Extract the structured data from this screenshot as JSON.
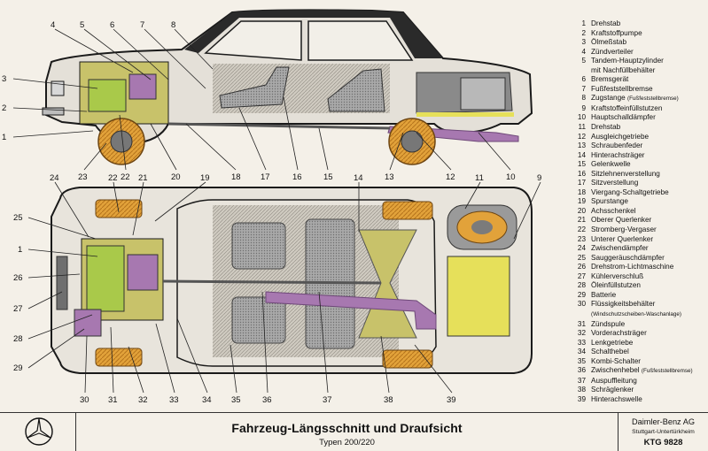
{
  "callouts_side": [
    "1",
    "2",
    "3",
    "4",
    "5",
    "6",
    "7",
    "8",
    "23",
    "22",
    "20",
    "18",
    "17",
    "16",
    "15",
    "13",
    "12",
    "10"
  ],
  "callouts_top": [
    "24",
    "22",
    "21",
    "19",
    "14",
    "11",
    "9",
    "25",
    "1",
    "26",
    "27",
    "28",
    "29",
    "30",
    "31",
    "32",
    "33",
    "34",
    "35",
    "36",
    "37",
    "38",
    "39"
  ],
  "legend": [
    {
      "num": "1",
      "text": "Drehstab"
    },
    {
      "num": "2",
      "text": "Kraftstoffpumpe"
    },
    {
      "num": "3",
      "text": "Ölmeßstab"
    },
    {
      "num": "4",
      "text": "Zündverteiler"
    },
    {
      "num": "5",
      "text": "Tandem-Hauptzylinder",
      "sub": "mit Nachfüllbehälter"
    },
    {
      "num": "6",
      "text": "Bremsgerät"
    },
    {
      "num": "7",
      "text": "Fußfeststellbremse"
    },
    {
      "num": "8",
      "text": "Zugstange",
      "note": "(Fußfeststellbremse)"
    },
    {
      "num": "9",
      "text": "Kraftstoffeinfüllstutzen"
    },
    {
      "num": "10",
      "text": "Hauptschalldämpfer"
    },
    {
      "num": "11",
      "text": "Drehstab"
    },
    {
      "num": "12",
      "text": "Ausgleichgetriebe"
    },
    {
      "num": "13",
      "text": "Schraubenfeder"
    },
    {
      "num": "14",
      "text": "Hinterachsträger"
    },
    {
      "num": "15",
      "text": "Gelenkwelle"
    },
    {
      "num": "16",
      "text": "Sitzlehnenverstellung"
    },
    {
      "num": "17",
      "text": "Sitzverstellung"
    },
    {
      "num": "18",
      "text": "Viergang-Schaltgetriebe"
    },
    {
      "num": "19",
      "text": "Spurstange"
    },
    {
      "num": "20",
      "text": "Achsschenkel"
    },
    {
      "num": "21",
      "text": "Oberer Querlenker"
    },
    {
      "num": "22",
      "text": "Stromberg-Vergaser"
    },
    {
      "num": "23",
      "text": "Unterer Querlenker"
    },
    {
      "num": "24",
      "text": "Zwischendämpfer"
    },
    {
      "num": "25",
      "text": "Sauggeräuschdämpfer"
    },
    {
      "num": "26",
      "text": "Drehstrom-Lichtmaschine"
    },
    {
      "num": "27",
      "text": "Kühlerverschluß"
    },
    {
      "num": "28",
      "text": "Öleinfüllstutzen"
    },
    {
      "num": "29",
      "text": "Batterie"
    },
    {
      "num": "30",
      "text": "Flüssigkeitsbehälter",
      "sub_note": "(Windschutzscheiben-Waschanlage)"
    },
    {
      "num": "31",
      "text": "Zündspule"
    },
    {
      "num": "32",
      "text": "Vorderachsträger"
    },
    {
      "num": "33",
      "text": "Lenkgetriebe"
    },
    {
      "num": "34",
      "text": "Schalthebel"
    },
    {
      "num": "35",
      "text": "Kombi-Schalter"
    },
    {
      "num": "36",
      "text": "Zwischenhebel",
      "note": "(Fußfeststellbremse)"
    },
    {
      "num": "37",
      "text": "Auspuffleitung"
    },
    {
      "num": "38",
      "text": "Schräglenker"
    },
    {
      "num": "39",
      "text": "Hinterachswelle"
    }
  ],
  "footer": {
    "title": "Fahrzeug-Längsschnitt und Draufsicht",
    "subtitle": "Typen 200/220",
    "manufacturer": "Daimler-Benz AG",
    "location": "Stuttgart-Untertürkheim",
    "code": "KTG 9828"
  },
  "colors": {
    "paper": "#f4f0e8",
    "tire": "#e2a23a",
    "purple": "#a778b0",
    "green": "#a9c94a",
    "yellow": "#e6e05a",
    "ink": "#1a1a1a",
    "seat": "#8c8c8c"
  }
}
